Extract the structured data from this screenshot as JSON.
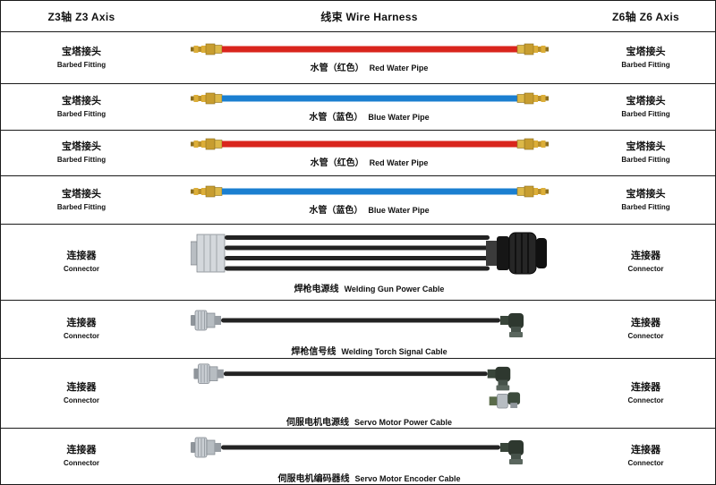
{
  "header": {
    "left": "Z3轴 Z3 Axis",
    "center": "线束 Wire Harness",
    "right": "Z6轴 Z6 Axis"
  },
  "rows": [
    {
      "left_cn": "宝塔接头",
      "left_en": "Barbed Fitting",
      "right_cn": "宝塔接头",
      "right_en": "Barbed Fitting",
      "caption_cn": "水管（红色）",
      "caption_en": "Red Water Pipe",
      "illustration": "red-water-pipe",
      "pipe_color": "#d9251d"
    },
    {
      "left_cn": "宝塔接头",
      "left_en": "Barbed Fitting",
      "right_cn": "宝塔接头",
      "right_en": "Barbed Fitting",
      "caption_cn": "水管（蓝色）",
      "caption_en": "Blue Water Pipe",
      "illustration": "blue-water-pipe",
      "pipe_color": "#1b7fd0"
    },
    {
      "left_cn": "宝塔接头",
      "left_en": "Barbed Fitting",
      "right_cn": "宝塔接头",
      "right_en": "Barbed Fitting",
      "caption_cn": "水管（红色）",
      "caption_en": "Red Water Pipe",
      "illustration": "red-water-pipe",
      "pipe_color": "#d9251d"
    },
    {
      "left_cn": "宝塔接头",
      "left_en": "Barbed Fitting",
      "right_cn": "宝塔接头",
      "right_en": "Barbed Fitting",
      "caption_cn": "水管（蓝色）",
      "caption_en": "Blue Water Pipe",
      "illustration": "blue-water-pipe",
      "pipe_color": "#1b7fd0"
    },
    {
      "left_cn": "连接器",
      "left_en": "Connector",
      "right_cn": "连接器",
      "right_en": "Connector",
      "caption_cn": "焊枪电源线",
      "caption_en": "Welding Gun Power Cable",
      "illustration": "welding-gun-power-cable"
    },
    {
      "left_cn": "连接器",
      "left_en": "Connector",
      "right_cn": "连接器",
      "right_en": "Connector",
      "caption_cn": "焊枪信号线",
      "caption_en": "Welding Torch Signal Cable",
      "illustration": "welding-torch-signal-cable"
    },
    {
      "left_cn": "连接器",
      "left_en": "Connector",
      "right_cn": "连接器",
      "right_en": "Connector",
      "caption_cn": "伺服电机电源线",
      "caption_en": "Servo Motor Power Cable",
      "illustration": "servo-motor-power-cable"
    },
    {
      "left_cn": "连接器",
      "left_en": "Connector",
      "right_cn": "连接器",
      "right_en": "Connector",
      "caption_cn": "伺服电机编码器线",
      "caption_en": "Servo Motor Encoder Cable",
      "illustration": "servo-motor-encoder-cable"
    }
  ],
  "icon_colors": {
    "brass_fitting": "#c79d30",
    "cable_black": "#232323",
    "connector_silver": "#c9ced3",
    "connector_green": "#2e382f"
  }
}
